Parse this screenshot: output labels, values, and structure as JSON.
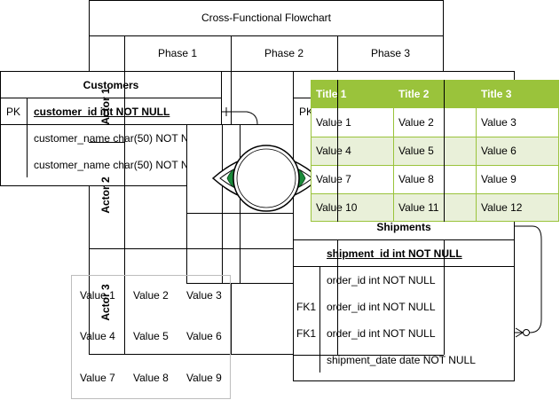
{
  "flowchart": {
    "title": "Cross-Functional Flowchart",
    "phases": [
      "Phase 1",
      "Phase 2",
      "Phase 3"
    ],
    "actors": [
      "Actor 1",
      "Actor 2",
      "Actor 3"
    ]
  },
  "customers_table": {
    "title": "Customers",
    "rows": [
      {
        "key": "PK",
        "field": "customer_id int NOT NULL"
      },
      {
        "key": "",
        "field": "customer_name char(50) NOT NULL"
      },
      {
        "key": "",
        "field": "customer_name char(50) NOT NULL"
      }
    ]
  },
  "shipments_table": {
    "title": "Shipments",
    "partial_key": "PK",
    "rows": [
      {
        "key": "",
        "field": "shipment_id int NOT NULL"
      },
      {
        "key": "",
        "field": "order_id int NOT NULL"
      },
      {
        "key": "FK1",
        "field": "order_id int NOT NULL"
      },
      {
        "key": "FK1",
        "field": "order_id int NOT NULL"
      },
      {
        "key": "",
        "field": "shipment_date date NOT NULL"
      }
    ]
  },
  "green_table": {
    "headers": [
      "Title 1",
      "Title 2",
      "Title 3"
    ],
    "rows": [
      [
        "Value 1",
        "Value 2",
        "Value 3"
      ],
      [
        "Value 4",
        "Value 5",
        "Value 6"
      ],
      [
        "Value 7",
        "Value 8",
        "Value 9"
      ],
      [
        "Value 10",
        "Value 11",
        "Value 12"
      ]
    ],
    "colors": {
      "header": "#9ac33b",
      "band": "#e9f0d9",
      "border": "#9ac33b"
    }
  },
  "gray_table": {
    "rows": [
      [
        "Value 1",
        "Value 2",
        "Value 3"
      ],
      [
        "Value 4",
        "Value 5",
        "Value 6"
      ],
      [
        "Value 7",
        "Value 8",
        "Value 9"
      ]
    ]
  },
  "eye_shape": {
    "iris_color": "#1a8b3a",
    "outline_color": "#000000"
  }
}
